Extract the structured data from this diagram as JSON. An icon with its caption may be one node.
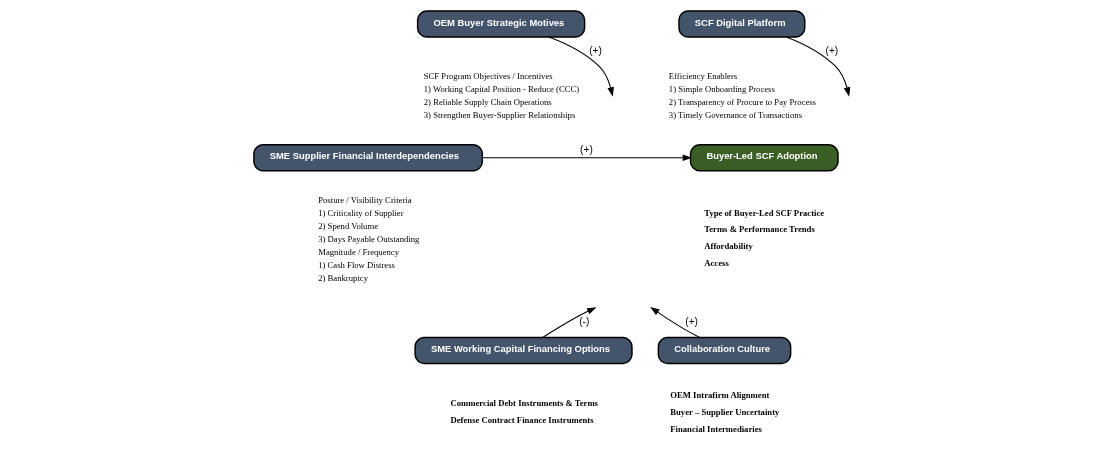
{
  "diagram": {
    "nodes": [
      {
        "text": [
          "OEM Buyer Strategic Motives"
        ],
        "beside": [
          "SCF Program Objectives / Incentives",
          "1) Working Capital Position - Reduce (CCC)",
          "2) Reliable Supply Chain Operations",
          "3) Strengthen Buyer-Supplier Relationships"
        ]
      },
      {
        "text": [
          "SCF Digital Platform"
        ],
        "beside": [
          "Efficiency Enablers",
          "1) Simple Onboarding Process",
          "2) Transparency of Procure to Pay Process",
          "3) Timely Governance of Transactions"
        ]
      },
      {
        "text": [
          "SME Supplier Financial Interdependencies"
        ],
        "beside": [
          "Posture / Visibility Criteria",
          "1) Criticality of Supplier",
          "2) Spend Volume",
          "3) Days Payable Outstanding",
          "Magnitude / Frequency",
          "1) Cash Flow Distress",
          "2) Bankruptcy"
        ]
      },
      {
        "text": [
          "Buyer-Led SCF Adoption"
        ],
        "beside": [
          "Type of Buyer-Led SCF Practice",
          "Terms & Performance Trends",
          "Affordability",
          "Access"
        ]
      },
      {
        "text": [
          "SME Working Capital Financing Options"
        ],
        "beside": [
          "Commercial Debt Instruments & Terms",
          "Defense Contract Finance Instruments"
        ]
      },
      {
        "text": [
          "Collaboration Culture"
        ],
        "beside": [
          "OEM Intrafirm Alignment",
          "Buyer – Supplier Uncertainty",
          "Financial Intermediaries"
        ]
      }
    ],
    "edges": [
      {
        "from": 2,
        "to": 3,
        "arrow": "to",
        "label": "(+)"
      },
      {
        "from": 0,
        "to": null,
        "arrow": "to",
        "label": "(+)"
      },
      {
        "from": 1,
        "to": null,
        "arrow": "to",
        "label": "(+)"
      },
      {
        "from": 4,
        "to": null,
        "arrow": "to",
        "label": "(-)"
      },
      {
        "from": 5,
        "to": null,
        "arrow": "to",
        "label": "(+)"
      }
    ]
  }
}
